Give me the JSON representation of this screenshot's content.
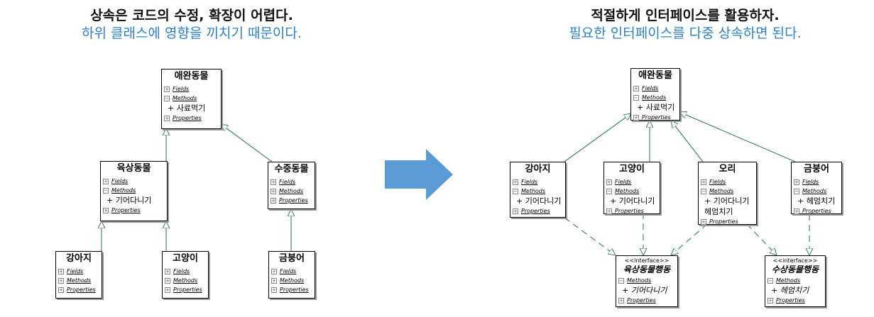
{
  "left_heading": {
    "line1": "상속은 코드의 수정, 확장이 어렵다.",
    "line2": "하위 클래스에 영향을 끼치기 때문이다."
  },
  "right_heading": {
    "line1": "적절하게 인터페이스를 활용하자.",
    "line2": "필요한 인터페이스를 다중 상속하면 된다."
  },
  "section_labels": {
    "fields": "Fields",
    "methods": "Methods",
    "properties": "Properties"
  },
  "arrow_color": "#5b9bd5",
  "left_diagram": {
    "animal": {
      "name": "애완동물",
      "methods": [
        "+ 사료먹기"
      ]
    },
    "land": {
      "name": "육상동물",
      "methods": [
        "+ 기어다니기"
      ]
    },
    "water": {
      "name": "수중동물"
    },
    "dog": {
      "name": "강아지"
    },
    "cat": {
      "name": "고양이"
    },
    "fish": {
      "name": "금붕어"
    }
  },
  "right_diagram": {
    "animal": {
      "name": "애완동물",
      "methods": [
        "+ 사료먹기"
      ]
    },
    "dog": {
      "name": "강아지",
      "methods": [
        "+ 기어다니기"
      ]
    },
    "cat": {
      "name": "고양이",
      "methods": [
        "+ 기어다니기"
      ]
    },
    "duck": {
      "name": "오리",
      "methods": [
        "+ 기어다니기",
        "헤엄치기"
      ]
    },
    "fish": {
      "name": "금붕어",
      "methods": [
        "+ 헤엄치기"
      ]
    },
    "iland": {
      "stereotype": "<<interface>>",
      "name": "육상동물행동",
      "methods": [
        "+ 기어다니기"
      ]
    },
    "iwater": {
      "stereotype": "<<interface>>",
      "name": "수상동물행동",
      "methods": [
        "+ 헤엄치기"
      ]
    }
  }
}
